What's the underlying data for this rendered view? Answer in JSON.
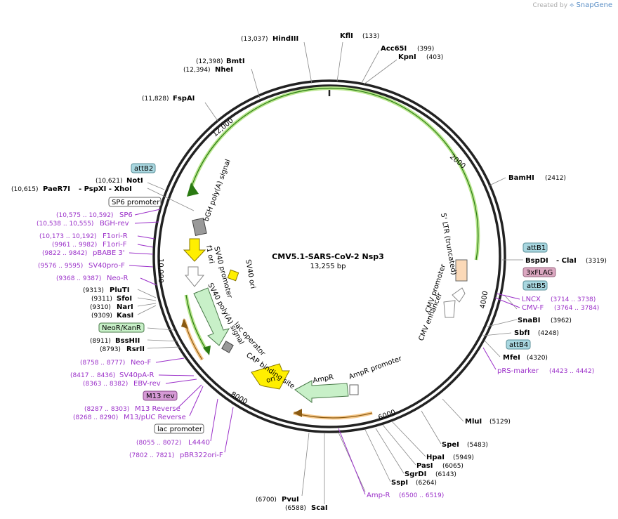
{
  "credit": {
    "prefix": "Created by",
    "brand": "SnapGene"
  },
  "plasmid": {
    "name": "CMV5.1-SARS-CoV-2 Nsp3",
    "length_label": "13,255 bp",
    "length_bp": 13255
  },
  "colors": {
    "primer": "#9b30c9",
    "backbone": "#222222",
    "green_arrow": "#6dbf2e",
    "orange_arrow": "#e8a13a",
    "feature_fill": "#c8f0c8",
    "attB_fill": "#a9d7e0",
    "flag_fill": "#dba7c0"
  },
  "ticks": [
    {
      "label": "2000",
      "bp": 2000
    },
    {
      "label": "4000",
      "bp": 4000
    },
    {
      "label": "6000",
      "bp": 6000
    },
    {
      "label": "8000",
      "bp": 8000
    },
    {
      "label": "10,000",
      "bp": 10000
    },
    {
      "label": "12,000",
      "bp": 12000
    }
  ],
  "enzymes": [
    {
      "name": "KflI",
      "pos": "(133)"
    },
    {
      "name": "Acc65I",
      "pos": "(399)"
    },
    {
      "name": "KpnI",
      "pos": "(403)"
    },
    {
      "name": "BamHI",
      "pos": "(2412)"
    },
    {
      "name": "BspDI",
      "suffix": "- ClaI",
      "pos": "(3319)"
    },
    {
      "name": "SnaBI",
      "pos": "(3962)"
    },
    {
      "name": "SbfI",
      "pos": "(4248)"
    },
    {
      "name": "MfeI",
      "pos": "(4320)"
    },
    {
      "name": "MluI",
      "pos": "(5129)"
    },
    {
      "name": "SpeI",
      "pos": "(5483)"
    },
    {
      "name": "HpaI",
      "pos": "(5949)"
    },
    {
      "name": "PasI",
      "pos": "(6065)"
    },
    {
      "name": "SgrDI",
      "pos": "(6143)"
    },
    {
      "name": "SspI",
      "pos": "(6264)"
    },
    {
      "name": "ScaI",
      "pos": "(6588)"
    },
    {
      "name": "PvuI",
      "pos": "(6700)"
    },
    {
      "name": "RsrII",
      "pos": "(8793)"
    },
    {
      "name": "BssHII",
      "pos": "(8911)"
    },
    {
      "name": "KasI",
      "pos": "(9309)"
    },
    {
      "name": "NarI",
      "pos": "(9310)"
    },
    {
      "name": "SfoI",
      "pos": "(9311)"
    },
    {
      "name": "PluTI",
      "pos": "(9313)"
    },
    {
      "name": "PaeR7I",
      "suffix": "- PspXI   - XhoI",
      "pos": "(10,615)"
    },
    {
      "name": "NotI",
      "pos": "(10,621)"
    },
    {
      "name": "FspAI",
      "pos": "(11,828)"
    },
    {
      "name": "NheI",
      "pos": "(12,394)"
    },
    {
      "name": "BmtI",
      "pos": "(12,398)"
    },
    {
      "name": "HindIII",
      "pos": "(13,037)"
    }
  ],
  "primers": [
    {
      "name": "LNCX",
      "pos": "(3714 .. 3738)"
    },
    {
      "name": "CMV-F",
      "pos": "(3764 .. 3784)"
    },
    {
      "name": "pRS-marker",
      "pos": "(4423 .. 4442)"
    },
    {
      "name": "Amp-R",
      "pos": "(6500 .. 6519)"
    },
    {
      "name": "pBR322ori-F",
      "pos": "(7802 .. 7821)"
    },
    {
      "name": "L4440",
      "pos": "(8055 .. 8072)"
    },
    {
      "name": "M13/pUC Reverse",
      "pos": "(8268 .. 8290)"
    },
    {
      "name": "M13 Reverse",
      "pos": "(8287 .. 8303)"
    },
    {
      "name": "EBV-rev",
      "pos": "(8363 .. 8382)"
    },
    {
      "name": "SV40pA-R",
      "pos": "(8417 .. 8436)"
    },
    {
      "name": "Neo-F",
      "pos": "(8758 .. 8777)"
    },
    {
      "name": "Neo-R",
      "pos": "(9368 .. 9387)"
    },
    {
      "name": "SV40pro-F",
      "pos": "(9576 .. 9595)"
    },
    {
      "name": "pBABE 3'",
      "pos": "(9822 .. 9842)"
    },
    {
      "name": "F1ori-F",
      "pos": "(9961 .. 9982)"
    },
    {
      "name": "F1ori-R",
      "pos": "(10,173 .. 10,192)"
    },
    {
      "name": "BGH-rev",
      "pos": "(10,538 .. 10,555)"
    },
    {
      "name": "SP6",
      "pos": "(10,575 .. 10,592)"
    }
  ],
  "boxed_features": [
    {
      "name": "attB1"
    },
    {
      "name": "3xFLAG"
    },
    {
      "name": "attB5"
    },
    {
      "name": "attB4"
    },
    {
      "name": "NeoR/KanR"
    },
    {
      "name": "M13 rev"
    },
    {
      "name": "lac promoter"
    },
    {
      "name": "SP6 promoter"
    },
    {
      "name": "attB2"
    }
  ],
  "inner_features": [
    {
      "name": "5' LTR (truncated)"
    },
    {
      "name": "CMV promoter"
    },
    {
      "name": "CMV enhancer"
    },
    {
      "name": "AmpR promoter"
    },
    {
      "name": "AmpR"
    },
    {
      "name": "ori"
    },
    {
      "name": "CAP binding site"
    },
    {
      "name": "lac operator"
    },
    {
      "name": "SV40 poly(A) signal"
    },
    {
      "name": "SV40 promoter"
    },
    {
      "name": "f1 ori"
    },
    {
      "name": "SV40 ori"
    },
    {
      "name": "bGH poly(A) signal"
    }
  ]
}
